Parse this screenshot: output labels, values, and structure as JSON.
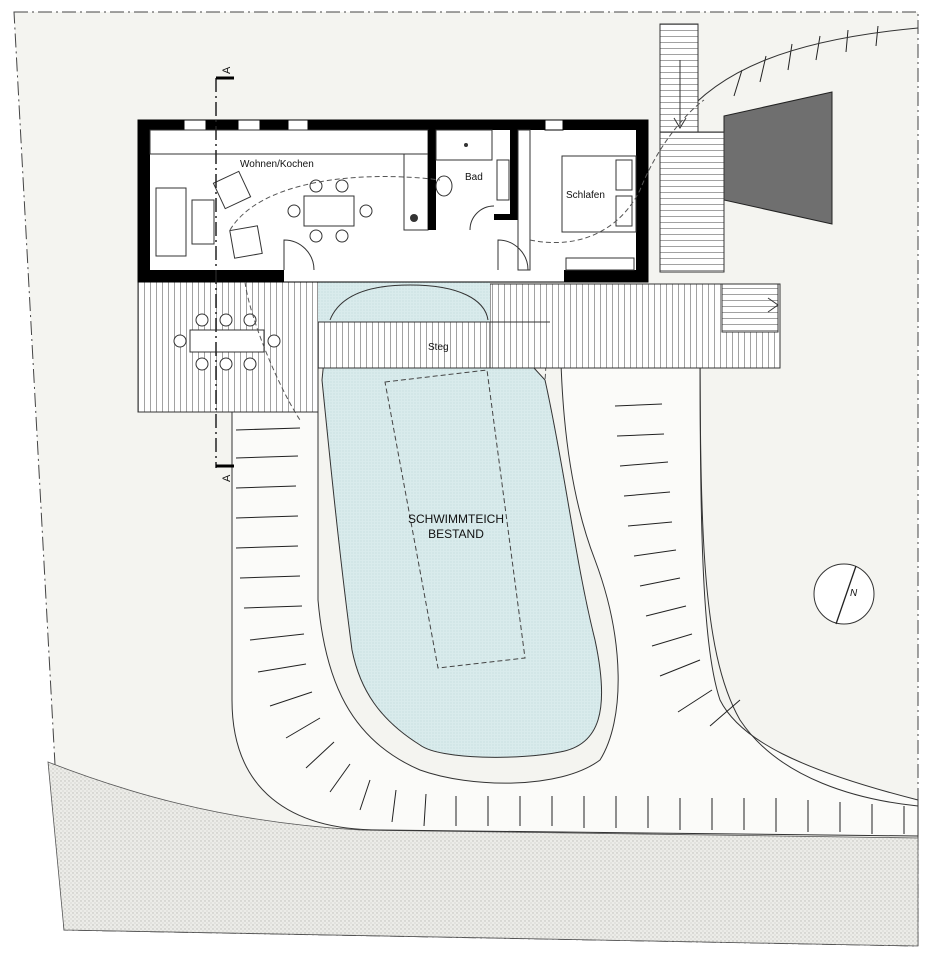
{
  "plan": {
    "rooms": {
      "wohnen": "Wohnen/Kochen",
      "bad": "Bad",
      "schlafen": "Schlafen",
      "steg": "Steg"
    },
    "pond": {
      "line1": "SCHWIMMTEICH",
      "line2": "BESTAND"
    },
    "section_marker": "A",
    "north_label": "N"
  },
  "colors": {
    "site": "#f3f3ef",
    "ground_dark": "#e6e6e2",
    "water": "#d9ebec",
    "wall": "#000000",
    "embankment": "#6f6f6f"
  }
}
